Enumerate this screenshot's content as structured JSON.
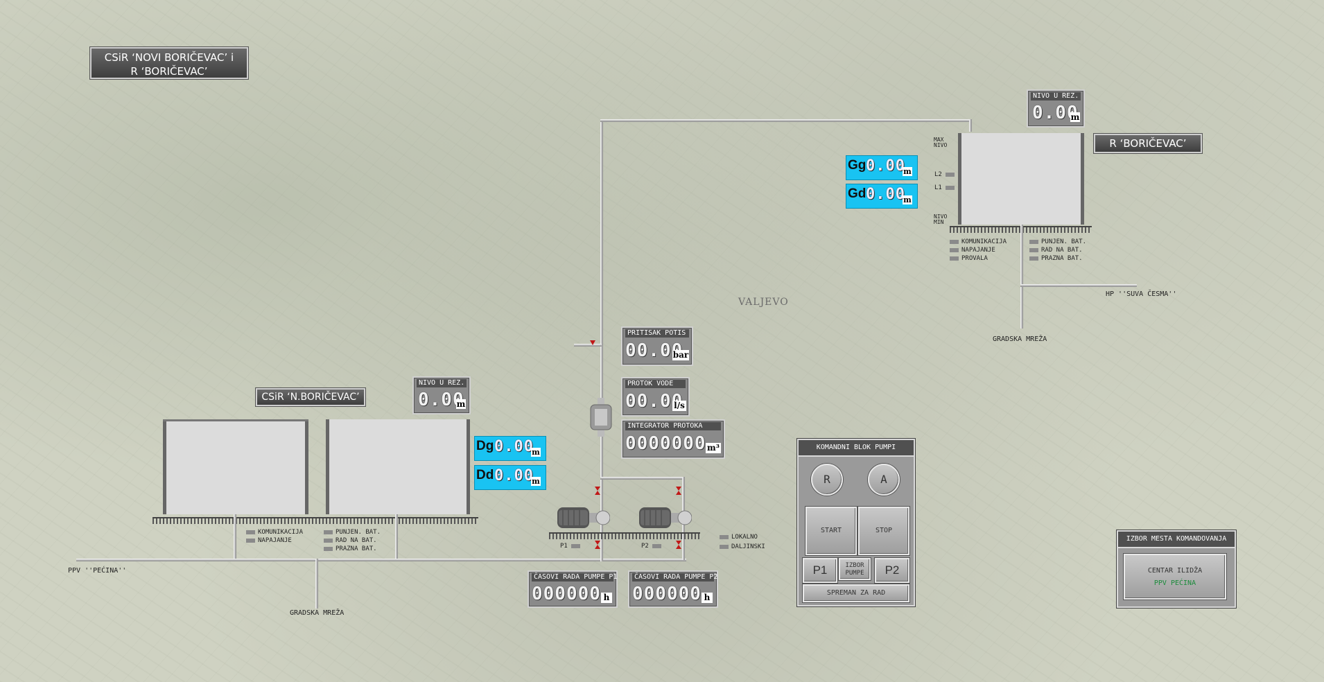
{
  "header": {
    "title_line1": "CSiR ‘NOVI BORIČEVAC’ i",
    "title_line2": "R ‘BORIČEVAC’"
  },
  "left_station": {
    "title": "CSiR ‘N.BORIČEVAC’",
    "level": {
      "label": "NIVO U REZ.",
      "value": "0.00",
      "unit": "m"
    },
    "dg": {
      "prefix": "Dg",
      "value": "0.00",
      "unit": "m"
    },
    "dd": {
      "prefix": "Dd",
      "value": "0.00",
      "unit": "m"
    },
    "indicators_left": [
      "KOMUNIKACIJA",
      "NAPAJANJE"
    ],
    "indicators_right": [
      "PUNJEN. BAT.",
      "RAD NA BAT.",
      "PRAZNA BAT."
    ],
    "inlet_label": "PPV ''PEĆINA''",
    "network_label": "GRADSKA MREŽA"
  },
  "right_station": {
    "title": "R ‘BORIČEVAC’",
    "level": {
      "label": "NIVO U REZ.",
      "value": "0.00",
      "unit": "m"
    },
    "gg": {
      "prefix": "Gg",
      "value": "0.00",
      "unit": "m"
    },
    "gd": {
      "prefix": "Gd",
      "value": "0.00",
      "unit": "m"
    },
    "scale_max": "MAX",
    "scale_max2": "NIVO",
    "scale_l2": "L2",
    "scale_l1": "L1",
    "scale_min": "NIVO",
    "scale_min2": "MIN",
    "indicators_left": [
      "KOMUNIKACIJA",
      "NAPAJANJE",
      "PROVALA"
    ],
    "indicators_right": [
      "PUNJEN. BAT.",
      "RAD NA BAT.",
      "PRAZNA BAT."
    ],
    "outlet_label": "HP ''SUVA ČESMA''",
    "network_label": "GRADSKA MREŽA"
  },
  "pump_station": {
    "pressure": {
      "label": "PRITISAK POTIS",
      "value": "00.00",
      "unit": "bar"
    },
    "flow": {
      "label": "PROTOK VODE",
      "value": "00.00",
      "unit": "l/s"
    },
    "integrator": {
      "label": "INTEGRATOR PROTOKA",
      "value": "0000000",
      "unit": "m³"
    },
    "hours_p1": {
      "label": "ČASOVI RADA PUMPE P1",
      "value": "000000",
      "unit": "h"
    },
    "hours_p2": {
      "label": "ČASOVI RADA PUMPE P2",
      "value": "000000",
      "unit": "h"
    },
    "p1_label": "P1",
    "p2_label": "P2",
    "mode_indicators": [
      "LOKALNO",
      "DALJINSKI"
    ]
  },
  "command_block": {
    "title": "KOMANDNI BLOK PUMPI",
    "r_button": "R",
    "a_button": "A",
    "start": "START",
    "stop": "STOP",
    "p1": "P1",
    "select_line1": "IZBOR",
    "select_line2": "PUMPE",
    "p2": "P2",
    "ready": "SPREMAN ZA RAD"
  },
  "control_location": {
    "title": "IZBOR MESTA KOMANDOVANJA",
    "line1": "CENTAR ILIDŽA",
    "line2": "PPV PEĆINA",
    "line2_color": "#1a8a3a"
  },
  "map_labels": {
    "city": "VALJEVO"
  }
}
